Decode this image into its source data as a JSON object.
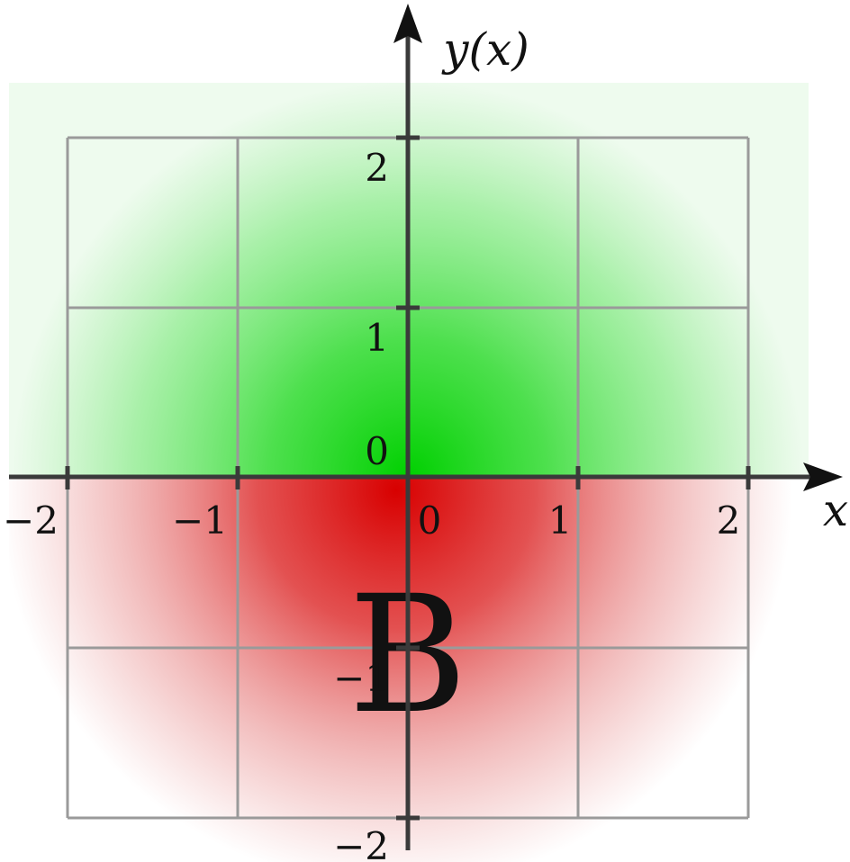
{
  "axes": {
    "x_title": "x",
    "y_title": "y(x)",
    "x_ticks": [
      {
        "value": -2,
        "label": "−2"
      },
      {
        "value": -1,
        "label": "−1"
      },
      {
        "value": 0,
        "label": "0"
      },
      {
        "value": 1,
        "label": "1"
      },
      {
        "value": 2,
        "label": "2"
      }
    ],
    "y_ticks": [
      {
        "value": 2,
        "label": "2"
      },
      {
        "value": 1,
        "label": "1"
      },
      {
        "value": 0,
        "label": "0"
      },
      {
        "value": -1,
        "label": "−1"
      },
      {
        "value": -2,
        "label": "−2"
      }
    ],
    "x_range": [
      -2,
      2
    ],
    "y_range": [
      -2,
      2
    ]
  },
  "regions": {
    "upper_color": "#00d000",
    "lower_color": "#d80000",
    "upper_band_color": "#eefbee"
  },
  "label_letter": "B",
  "colors": {
    "axis": "#3a3a3a",
    "grid": "#9a9a9a"
  }
}
